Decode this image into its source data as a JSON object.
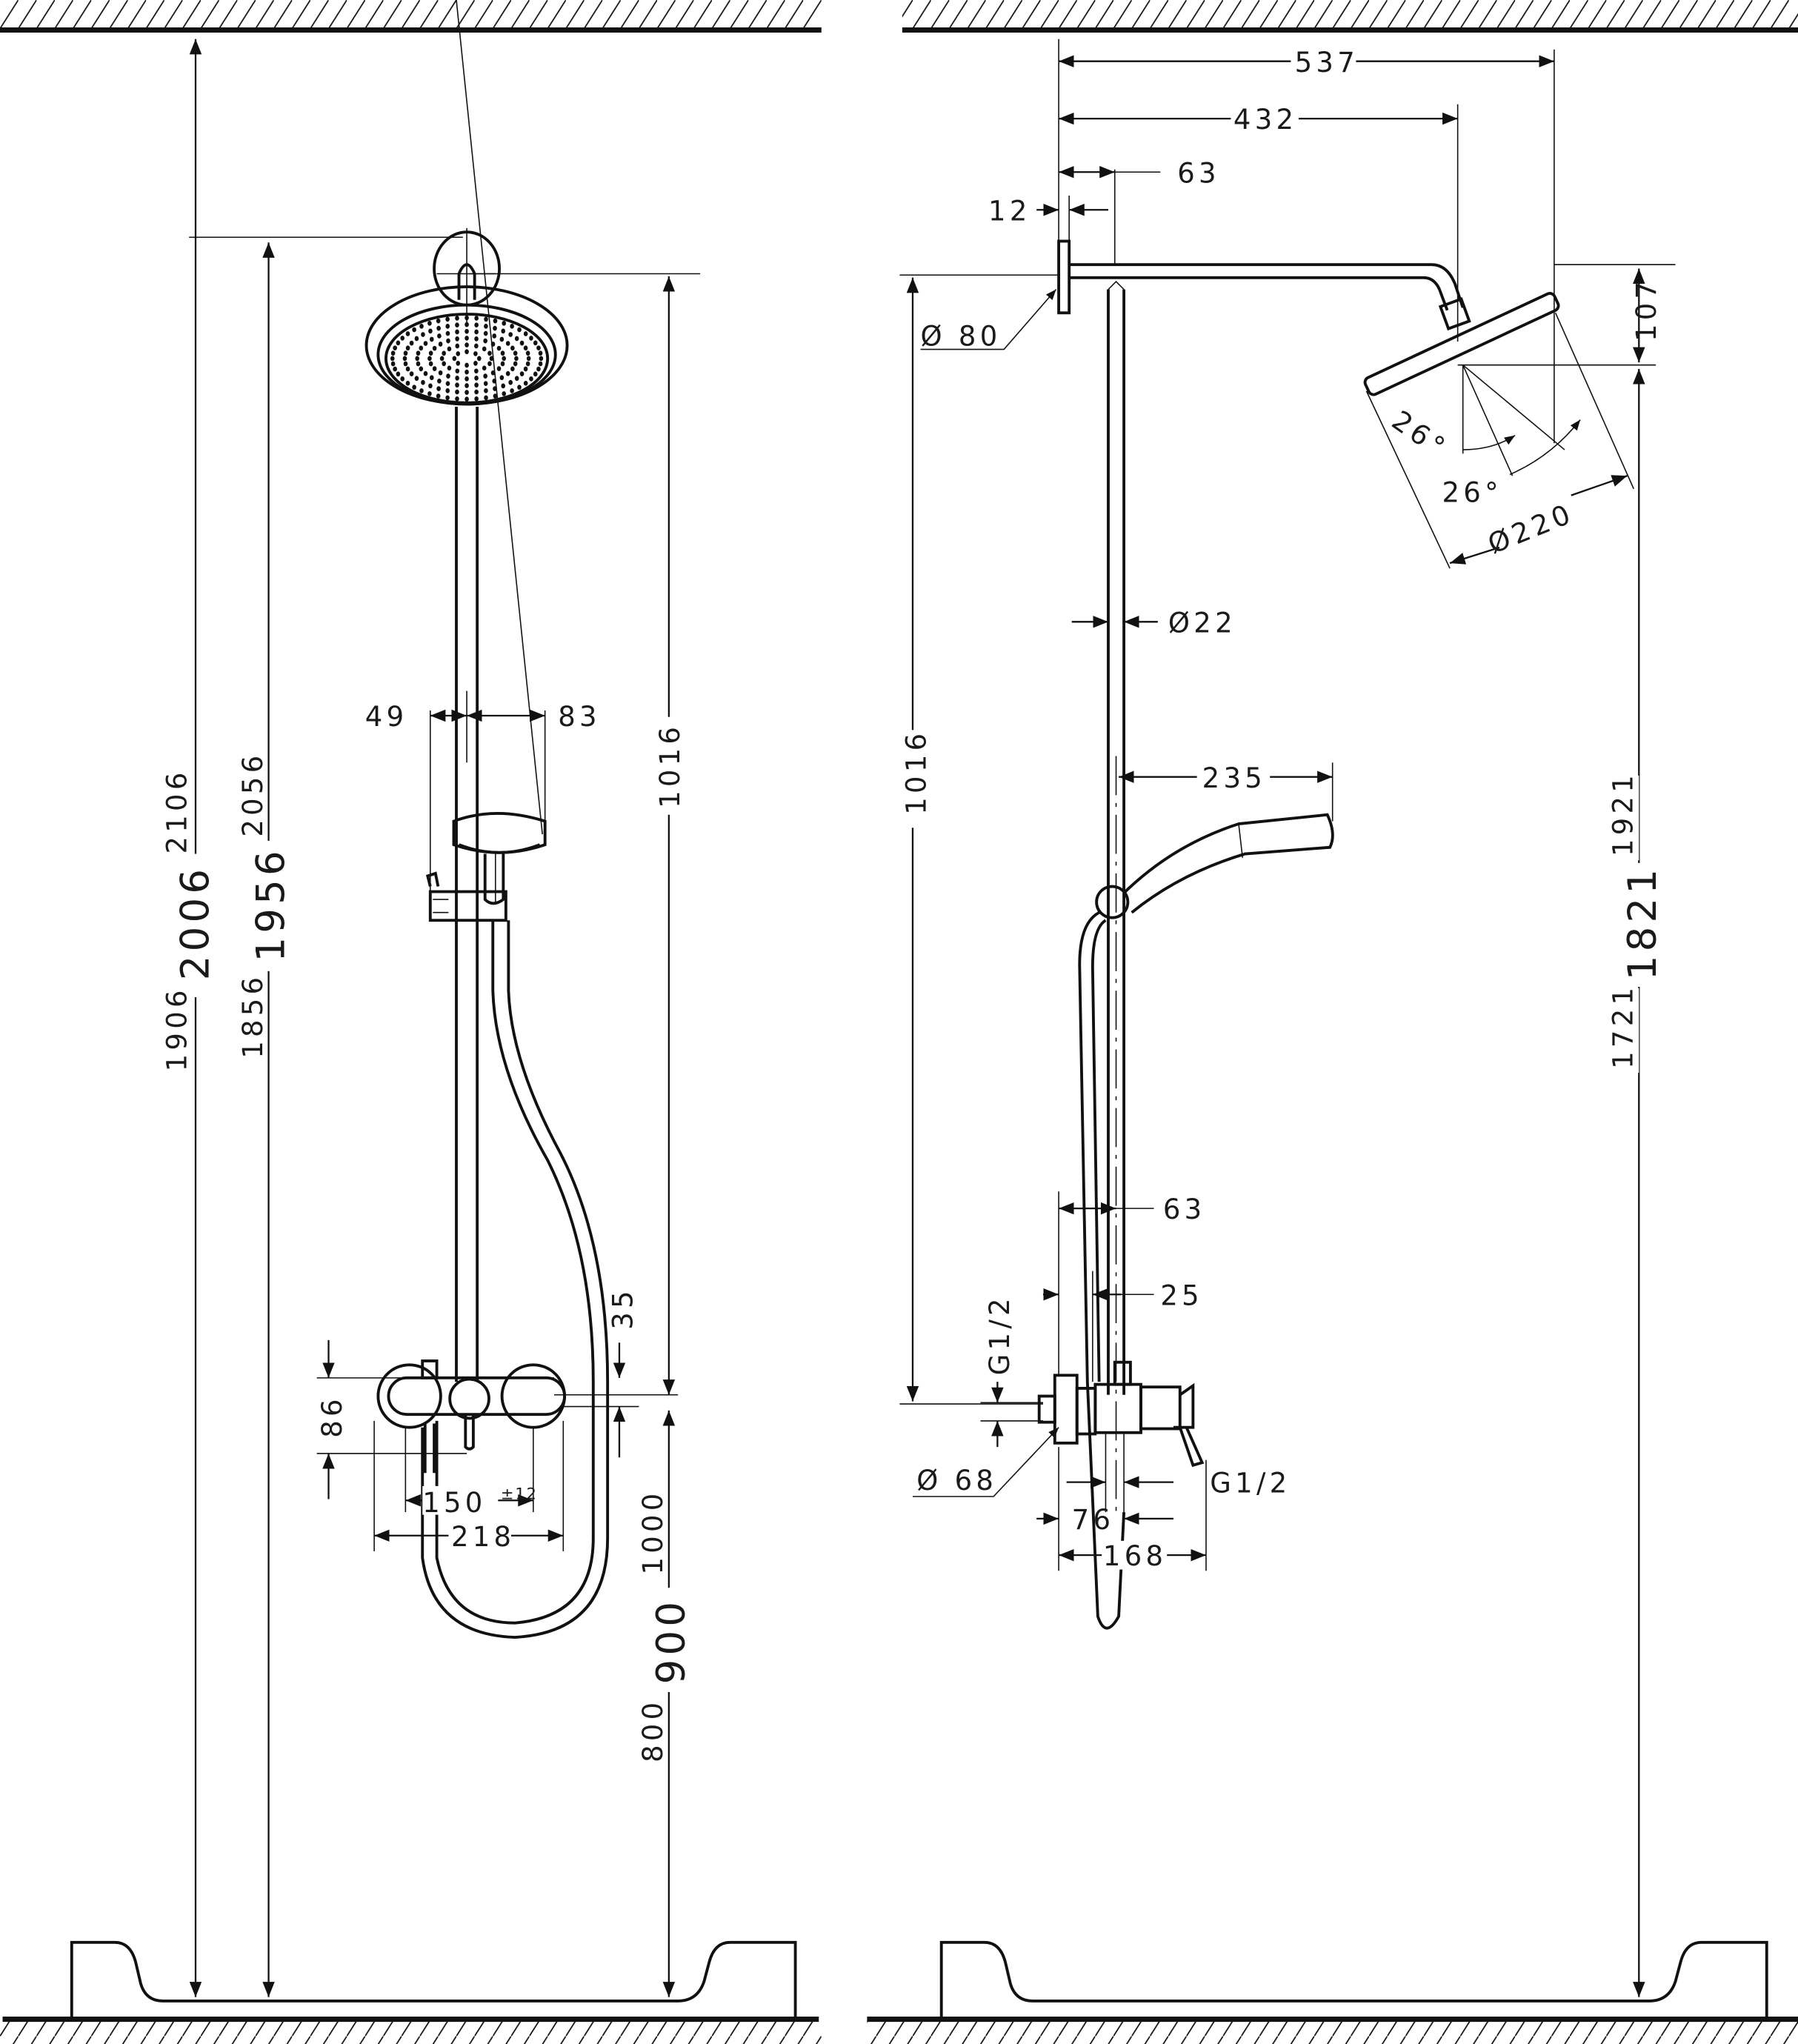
{
  "title": "Shower system installation dimension drawing (front and side view)",
  "units": "mm",
  "front_view": {
    "heights": {
      "overall_max": "2106",
      "overall_nominal": "2006",
      "overall_min": "1906",
      "bracket_max": "2056",
      "bracket_nominal": "1956",
      "bracket_min": "1856"
    },
    "rail_length": "1016",
    "mixer_height": {
      "max": "1000",
      "nominal": "900",
      "min": "800"
    },
    "hand_shower_offset_left": "49",
    "hand_shower_offset_right": "83",
    "mixer_body_height": "86",
    "mixer_offset": "35",
    "inlet_spacing": "150",
    "inlet_tolerance": "±12",
    "mixer_width": "218"
  },
  "side_view": {
    "arm_projection": "537",
    "arm_center_projection": "432",
    "rail_projection": "63",
    "flange_thickness": "12",
    "flange_diameter": "Ø 80",
    "head_drop": "107",
    "tilt_angle_1": "26°",
    "tilt_angle_2": "26°",
    "head_diameter": "Ø220",
    "rail_diameter": "Ø22",
    "hand_shower_reach": "235",
    "rail_length": "1016",
    "head_height": {
      "max": "1921",
      "nominal": "1821",
      "min": "1721"
    },
    "mixer_rail_projection": "63",
    "mixer_wall_offset": "25",
    "inlet_thread_top": "G1/2",
    "escutcheon_diameter": "Ø 68",
    "outlet_thread": "G1/2",
    "outlet_offset": "76",
    "mixer_depth": "168"
  }
}
